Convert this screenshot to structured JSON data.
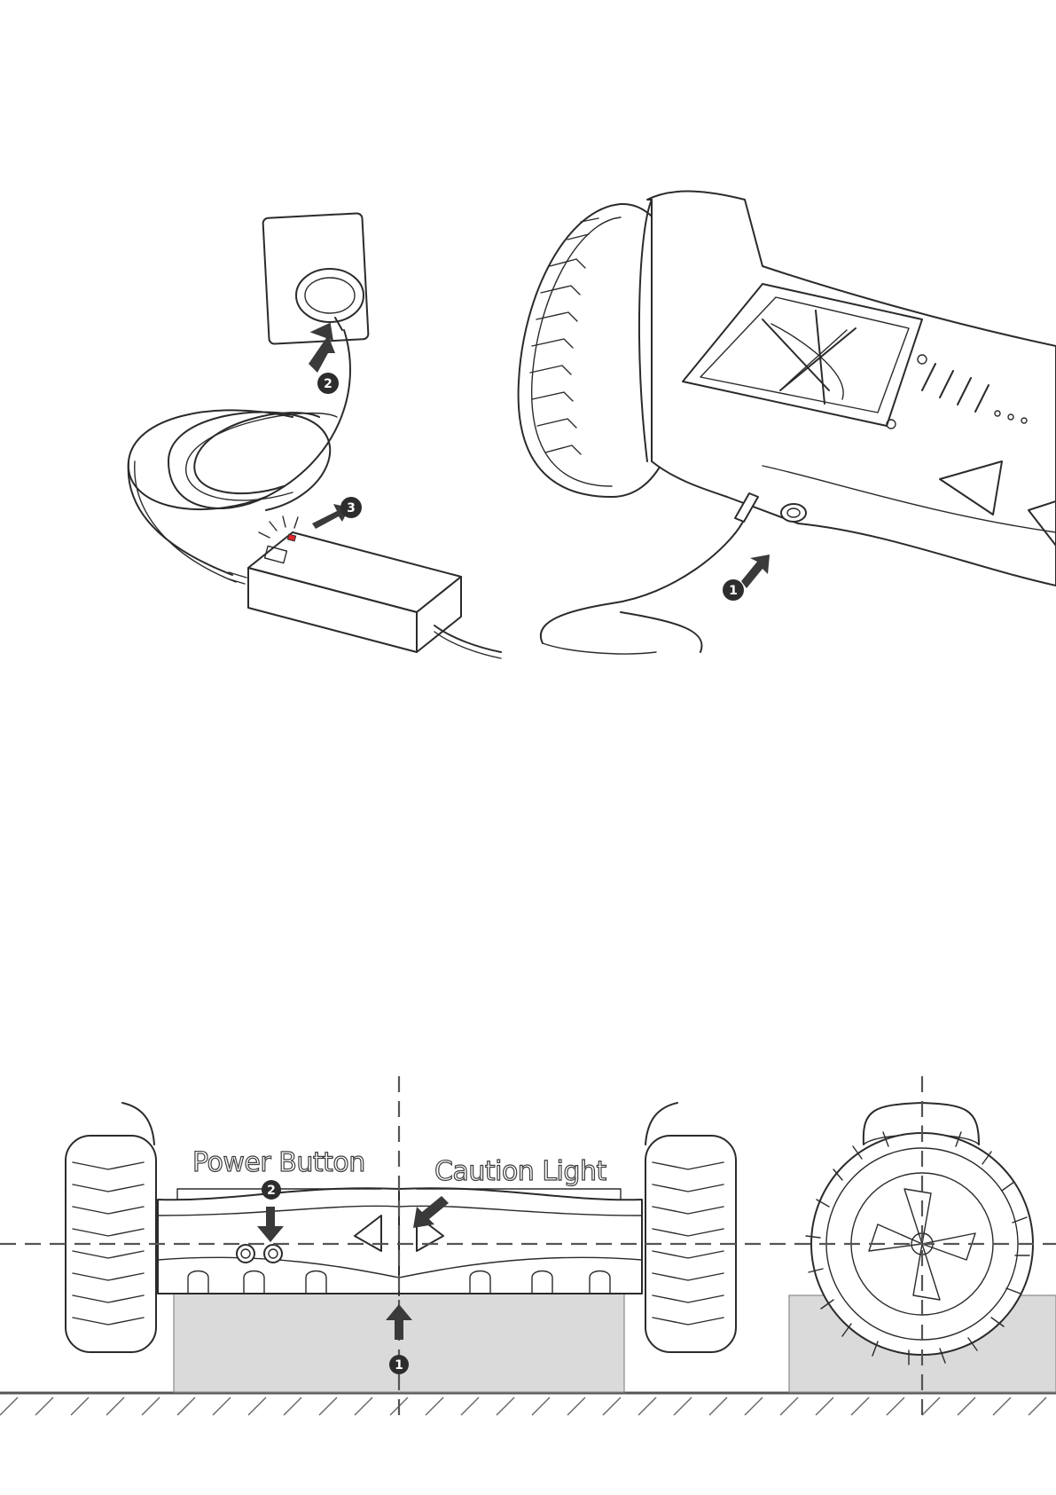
{
  "top_figure": {
    "steps": [
      "1",
      "2",
      "3"
    ]
  },
  "bottom_figure": {
    "labels": {
      "power_button": "Power Button",
      "caution_light": "Caution Light"
    },
    "steps": [
      "1",
      "2"
    ]
  },
  "colors": {
    "line": "#2b2b2b",
    "arrow": "#3a3a3a",
    "indicator_led": "#e0242b",
    "block_fill": "#dadada"
  },
  "icons": [
    "wall-socket-icon",
    "charger-adapter-icon",
    "hoverboard-icon",
    "arrow-icon"
  ]
}
